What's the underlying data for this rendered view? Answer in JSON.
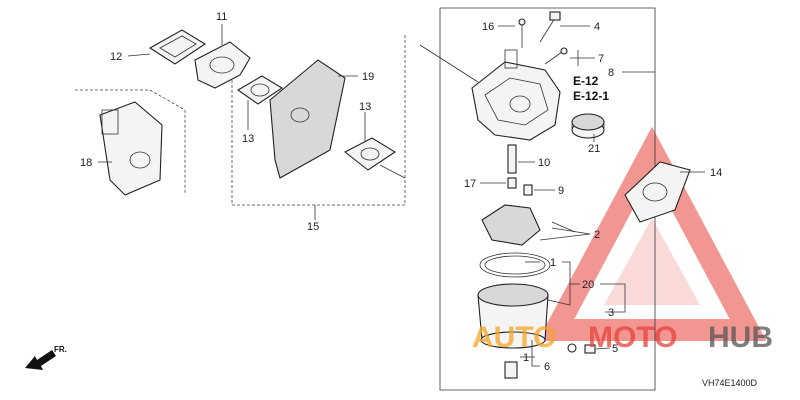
{
  "diagram": {
    "callouts": {
      "c1a": "1",
      "c1b": "1",
      "c2": "2",
      "c3": "3",
      "c4": "4",
      "c5": "5",
      "c6": "6",
      "c7": "7",
      "c8": "8",
      "c9": "9",
      "c10": "10",
      "c11": "11",
      "c12": "12",
      "c13a": "13",
      "c13b": "13",
      "c14": "14",
      "c15": "15",
      "c16": "16",
      "c17": "17",
      "c18": "18",
      "c19": "19",
      "c20": "20",
      "c21": "21"
    },
    "refs": {
      "e12": "E-12",
      "e121": "E-12-1"
    },
    "front_label": "FR.",
    "diagram_code": "VH74E1400D"
  },
  "watermark": {
    "part1": "AUTO",
    "part2": "MOTO",
    "part3": "HUB",
    "color_orange": "#f5a623",
    "color_red": "#e8423a",
    "color_gray": "#555555"
  }
}
